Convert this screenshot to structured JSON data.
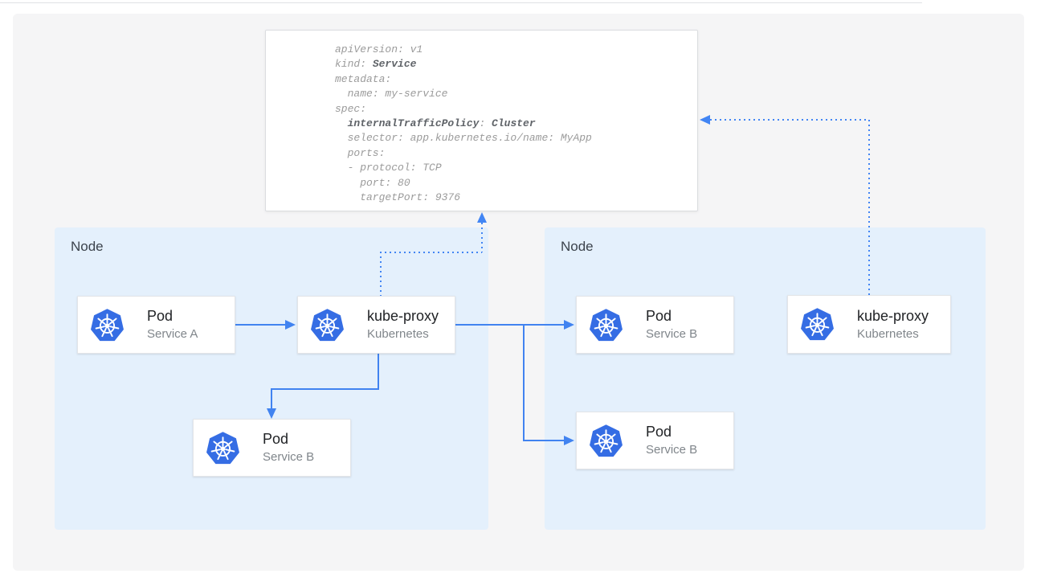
{
  "yaml_panel": {
    "code_lines": [
      {
        "p1": "apiVersion: v1"
      },
      {
        "p1": "kind: ",
        "b1": "Service"
      },
      {
        "p1": "metadata:"
      },
      {
        "p1": "  name: my-service"
      },
      {
        "p1": "spec:"
      },
      {
        "p1": "  ",
        "b1": "internalTrafficPolicy",
        "p2": ": ",
        "b2": "Cluster"
      },
      {
        "p1": "  selector: app.kubernetes.io/name: MyApp"
      },
      {
        "p1": "  ports:"
      },
      {
        "p1": "  - protocol: TCP"
      },
      {
        "p1": "    port: 80"
      },
      {
        "p1": "    targetPort: 9376"
      }
    ]
  },
  "nodes": [
    {
      "label": "Node"
    },
    {
      "label": "Node"
    }
  ],
  "cards": {
    "pod_a": {
      "title": "Pod",
      "subtitle": "Service A",
      "icon": "kubernetes-helm-wheel"
    },
    "kube_proxy_left": {
      "title": "kube-proxy",
      "subtitle": "Kubernetes",
      "icon": "kubernetes-helm-wheel"
    },
    "pod_b_left": {
      "title": "Pod",
      "subtitle": "Service B",
      "icon": "kubernetes-helm-wheel"
    },
    "pod_b_right_top": {
      "title": "Pod",
      "subtitle": "Service B",
      "icon": "kubernetes-helm-wheel"
    },
    "pod_b_right_bottom": {
      "title": "Pod",
      "subtitle": "Service B",
      "icon": "kubernetes-helm-wheel"
    },
    "kube_proxy_right": {
      "title": "kube-proxy",
      "subtitle": "Kubernetes",
      "icon": "kubernetes-helm-wheel"
    }
  },
  "colors": {
    "accent_blue": "#4183f0",
    "dotted_blue": "#4285f4",
    "kubernetes_blue": "#356de4",
    "node_background": "#e4f0fc",
    "panel_background": "#f5f5f6",
    "code_text": "#9b9b9b",
    "code_bold": "#5f6368"
  }
}
